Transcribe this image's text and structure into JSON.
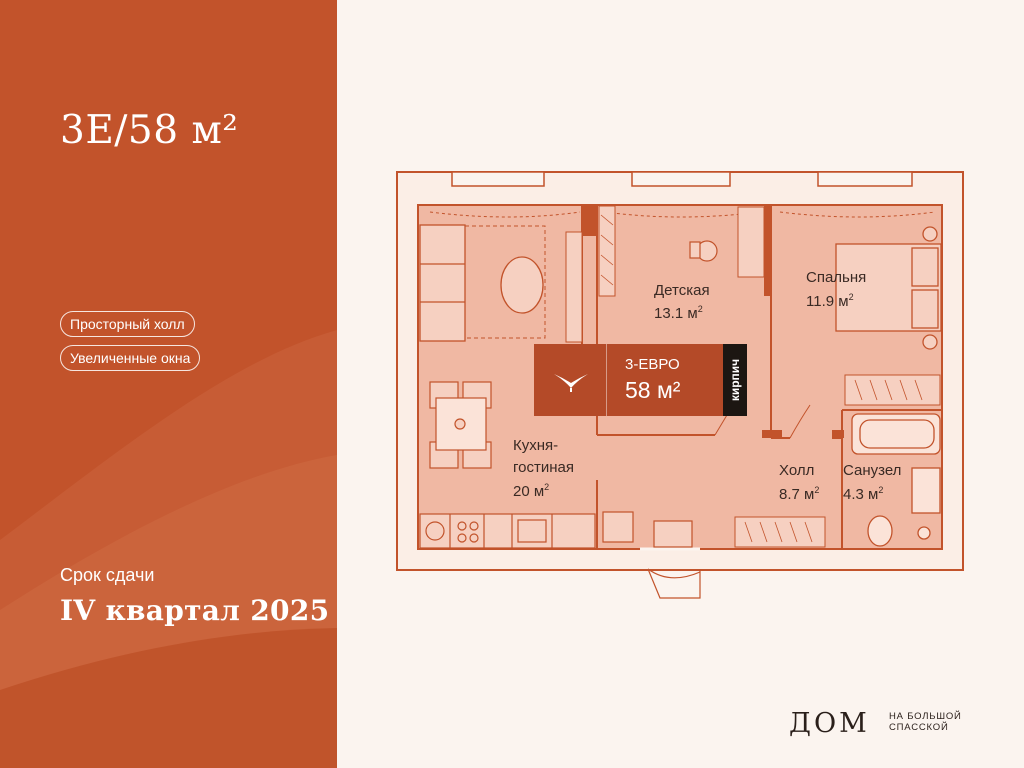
{
  "left_panel": {
    "title": "3Е/58 м²",
    "features": [
      "Просторный холл",
      "Увеличенные окна"
    ],
    "deadline_label": "Срок сдачи",
    "deadline_value": "IV квартал 2025"
  },
  "plan": {
    "rooms": [
      {
        "name": "Детская",
        "area": "13.1 м",
        "unit_sup": "2"
      },
      {
        "name": "Спальня",
        "area": "11.9 м",
        "unit_sup": "2"
      },
      {
        "name": "Кухня-",
        "name2": "гостиная",
        "area": "20 м",
        "unit_sup": "2"
      },
      {
        "name": "Холл",
        "area": "8.7 м",
        "unit_sup": "2"
      },
      {
        "name": "Санузел",
        "area": "4.3 м",
        "unit_sup": "2"
      }
    ],
    "badge": {
      "type": "3-ЕВРО",
      "area": "58 м²",
      "material": "кирпич",
      "logo_icon": "bird-logo-icon"
    }
  },
  "brand": {
    "name": "ДОМ",
    "line1": "НА БОЛЬШОЙ",
    "line2": "СПАССКОЙ"
  },
  "colors": {
    "panel": "#c2532b",
    "plan_fill": "#f0b8a3",
    "wall": "#c2532b",
    "badge": "#b44a28",
    "background": "#fbf4ef"
  }
}
